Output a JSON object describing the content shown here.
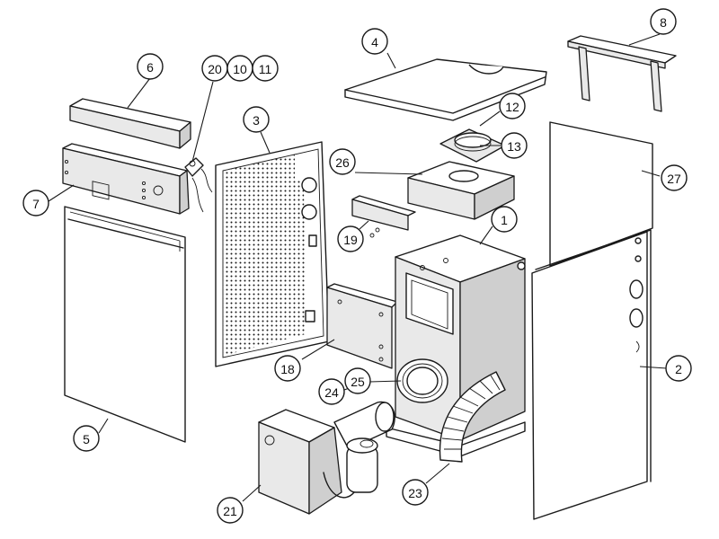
{
  "diagram": {
    "callouts": [
      {
        "id": "c1",
        "label": "1"
      },
      {
        "id": "c2",
        "label": "2"
      },
      {
        "id": "c3",
        "label": "3"
      },
      {
        "id": "c4",
        "label": "4"
      },
      {
        "id": "c5",
        "label": "5"
      },
      {
        "id": "c6",
        "label": "6"
      },
      {
        "id": "c7",
        "label": "7"
      },
      {
        "id": "c8",
        "label": "8"
      },
      {
        "id": "c10",
        "label": "10"
      },
      {
        "id": "c11",
        "label": "11"
      },
      {
        "id": "c12",
        "label": "12"
      },
      {
        "id": "c13",
        "label": "13"
      },
      {
        "id": "c18",
        "label": "18"
      },
      {
        "id": "c19",
        "label": "19"
      },
      {
        "id": "c20",
        "label": "20"
      },
      {
        "id": "c21",
        "label": "21"
      },
      {
        "id": "c23",
        "label": "23"
      },
      {
        "id": "c24",
        "label": "24"
      },
      {
        "id": "c25",
        "label": "25"
      },
      {
        "id": "c26",
        "label": "26"
      },
      {
        "id": "c27",
        "label": "27"
      }
    ]
  }
}
